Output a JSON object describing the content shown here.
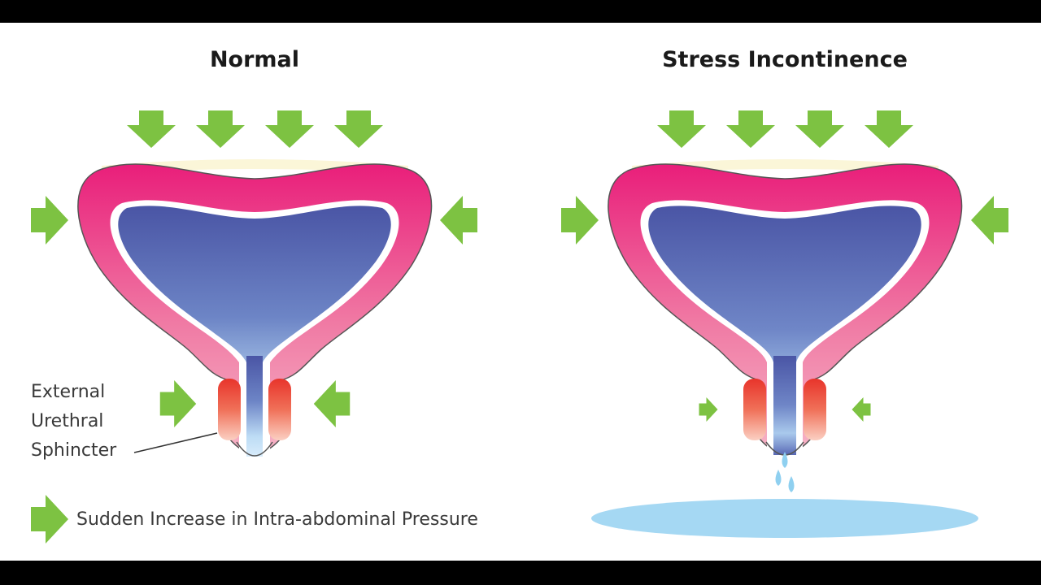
{
  "panels": {
    "normal": {
      "title": "Normal"
    },
    "stress": {
      "title": "Stress Incontinence"
    }
  },
  "labels": {
    "sphincter": [
      "External",
      "Urethral",
      "Sphincter"
    ]
  },
  "legend": {
    "text": "Sudden Increase in Intra-abdominal Pressure",
    "icon": "green-arrow"
  },
  "colors": {
    "arrow": "#7dc242",
    "bladder_wall_top": "#e91e7a",
    "bladder_wall_bottom": "#f4a0b8",
    "urine_top": "#4a55a5",
    "urine_bottom": "#cfe8fa",
    "sphincter_top": "#e8342b",
    "sphincter_bottom": "#f7b7a8",
    "puddle": "#a5d8f3",
    "top_fill": "#fbf6d8"
  }
}
